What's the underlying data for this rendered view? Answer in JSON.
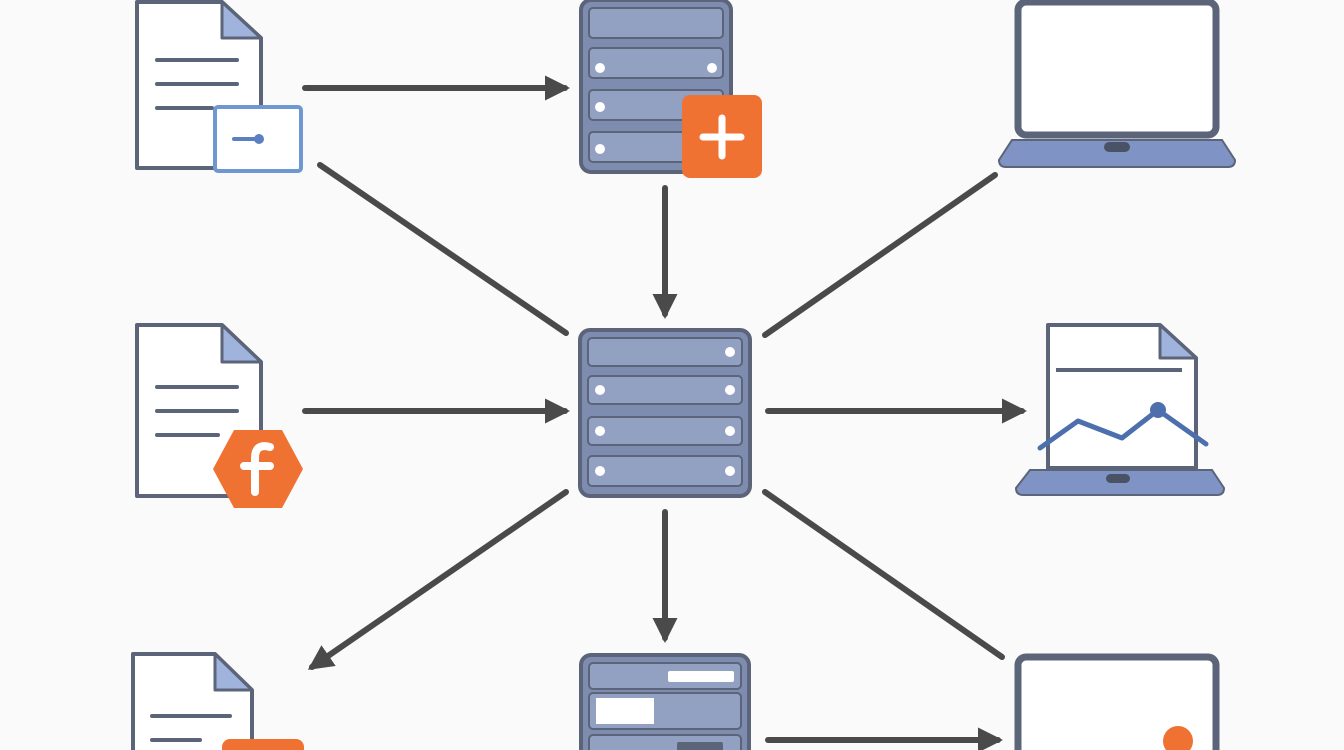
{
  "diagram": {
    "nodes": [
      {
        "id": "doc-key",
        "kind": "document",
        "badge": "key-icon"
      },
      {
        "id": "server-top",
        "kind": "server",
        "badge": "plus-icon"
      },
      {
        "id": "laptop-top",
        "kind": "laptop"
      },
      {
        "id": "doc-facebook",
        "kind": "document",
        "badge": "facebook-icon"
      },
      {
        "id": "server-central",
        "kind": "server"
      },
      {
        "id": "report-laptop",
        "kind": "laptop",
        "badge": "line-chart-icon"
      },
      {
        "id": "doc-bottom",
        "kind": "document",
        "badge": "orange-tag"
      },
      {
        "id": "server-bottom",
        "kind": "server",
        "badge": "panel-slots"
      },
      {
        "id": "monitor-bottom",
        "kind": "monitor",
        "badge": "orange-dot"
      }
    ],
    "connections": [
      {
        "from": "doc-key",
        "to": "server-top",
        "arrow": true
      },
      {
        "from": "doc-key",
        "to": "server-central",
        "arrow": false
      },
      {
        "from": "server-top",
        "to": "server-central",
        "arrow": true
      },
      {
        "from": "laptop-top",
        "to": "server-central",
        "arrow": false
      },
      {
        "from": "doc-facebook",
        "to": "server-central",
        "arrow": true
      },
      {
        "from": "server-central",
        "to": "report-laptop",
        "arrow": true
      },
      {
        "from": "server-central",
        "to": "doc-bottom",
        "arrow": true
      },
      {
        "from": "server-central",
        "to": "server-bottom",
        "arrow": true
      },
      {
        "from": "server-central",
        "to": "monitor-bottom",
        "arrow": false
      },
      {
        "from": "server-bottom",
        "to": "monitor-bottom",
        "arrow": true
      }
    ],
    "colors": {
      "background": "#fafafa",
      "outline": "#5b6478",
      "server_fill": "#7e8cb0",
      "server_band": "#92a0c2",
      "laptop_base": "#7f93c4",
      "accent": "#f07233",
      "document_badge": "#6f97d2",
      "chart_line": "#4d6fae",
      "arrow": "#4a4a4a"
    }
  }
}
